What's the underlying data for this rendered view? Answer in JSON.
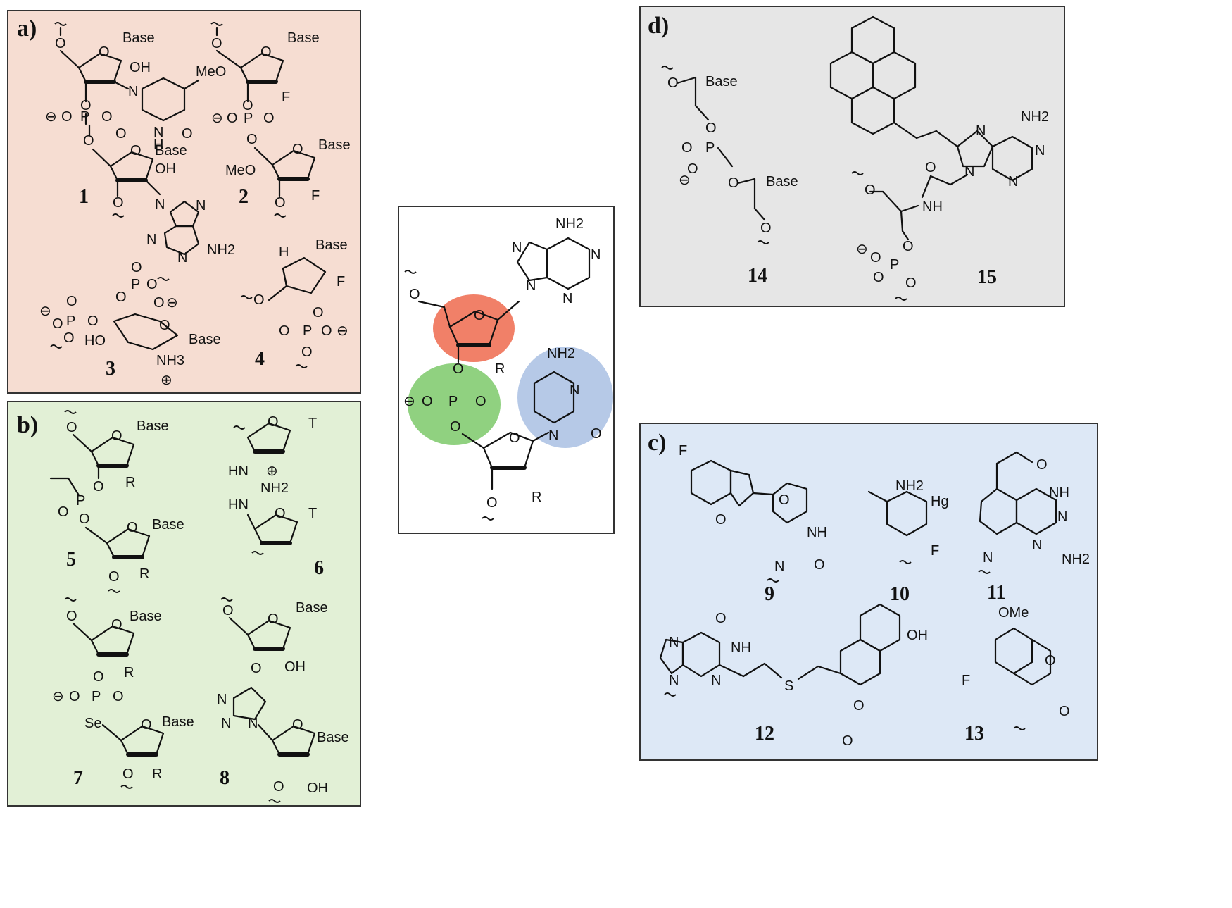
{
  "panels": {
    "a": {
      "label": "a)",
      "color": "#f6ddd2",
      "compounds": [
        "1",
        "2",
        "3",
        "4"
      ],
      "atoms": {
        "base": "Base",
        "oh": "OH",
        "o": "O",
        "n": "N",
        "h": "H",
        "p": "P",
        "meo": "MeO",
        "f": "F",
        "nh2": "NH2",
        "ho": "HO",
        "nh3": "NH3",
        "minus": "⊖",
        "plus": "⊕"
      }
    },
    "b": {
      "label": "b)",
      "color": "#e2f0d6",
      "compounds": [
        "5",
        "6",
        "7",
        "8"
      ],
      "atoms": {
        "base": "Base",
        "r": "R",
        "o": "O",
        "p": "P",
        "t": "T",
        "hn": "HN",
        "nh2": "NH2",
        "se": "Se",
        "oh": "OH",
        "n": "N",
        "minus": "⊖",
        "plus": "⊕"
      }
    },
    "center": {
      "color": "#ffffff",
      "highlights": {
        "sugar": "#ef6a4e",
        "phosphate": "#7cc96a",
        "base": "#a9bfe3"
      },
      "atoms": {
        "nh2": "NH2",
        "n": "N",
        "o": "O",
        "p": "P",
        "r": "R",
        "minus": "⊖"
      }
    },
    "d": {
      "label": "d)",
      "color": "#e6e6e6",
      "compounds": [
        "14",
        "15"
      ],
      "atoms": {
        "base": "Base",
        "o": "O",
        "p": "P",
        "nh2": "NH2",
        "n": "N",
        "nh": "NH",
        "minus": "⊖"
      }
    },
    "c": {
      "label": "c)",
      "color": "#dde8f6",
      "compounds": [
        "9",
        "10",
        "11",
        "12",
        "13"
      ],
      "atoms": {
        "f": "F",
        "o": "O",
        "nh": "NH",
        "n": "N",
        "nh2": "NH2",
        "hg": "Hg",
        "s": "S",
        "oh": "OH",
        "ome": "OMe"
      }
    }
  }
}
